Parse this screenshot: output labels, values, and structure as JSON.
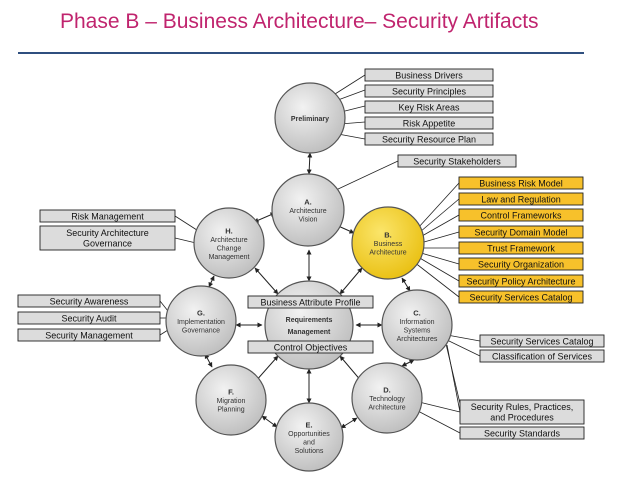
{
  "title": "Phase  B – Business Architecture– Security Artifacts",
  "nodes": {
    "preliminary": {
      "letter": "",
      "lines": [
        "Preliminary"
      ]
    },
    "a": {
      "letter": "A.",
      "lines": [
        "Architecture",
        "Vision"
      ]
    },
    "b": {
      "letter": "B.",
      "lines": [
        "Business",
        "Architecture"
      ],
      "color": "#f5d22c"
    },
    "c": {
      "letter": "C.",
      "lines": [
        "Information",
        "Systems",
        "Architectures"
      ]
    },
    "d": {
      "letter": "D.",
      "lines": [
        "Technology",
        "Architecture"
      ]
    },
    "e": {
      "letter": "E.",
      "lines": [
        "Opportunities",
        "and",
        "Solutions"
      ]
    },
    "f": {
      "letter": "F.",
      "lines": [
        "Migration",
        "Planning"
      ]
    },
    "g": {
      "letter": "G.",
      "lines": [
        "Implementation",
        "Governance"
      ]
    },
    "h": {
      "letter": "H.",
      "lines": [
        "Architecture",
        "Change",
        "Management"
      ]
    },
    "center": {
      "letter": "",
      "lines": [
        "Requirements",
        "Management"
      ]
    }
  },
  "boxes": {
    "business_drivers": [
      "Business Drivers"
    ],
    "security_principles": [
      "Security Principles"
    ],
    "key_risk_areas": [
      "Key Risk Areas"
    ],
    "risk_appetite": [
      "Risk Appetite"
    ],
    "security_resource_plan": [
      "Security Resource Plan"
    ],
    "security_stakeholders": [
      "Security Stakeholders"
    ],
    "business_risk_model": [
      "Business Risk Model"
    ],
    "law_and_regulation": [
      "Law and Regulation"
    ],
    "control_frameworks": [
      "Control Frameworks"
    ],
    "security_domain_model": [
      "Security Domain Model"
    ],
    "trust_framework": [
      "Trust Framework"
    ],
    "security_organization": [
      "Security Organization"
    ],
    "security_policy_architecture": [
      "Security Policy Architecture"
    ],
    "security_services_catalog_b": [
      "Security Services Catalog"
    ],
    "risk_management": [
      "Risk Management"
    ],
    "security_architecture_governance": [
      "Security Architecture",
      "Governance"
    ],
    "security_awareness": [
      "Security Awareness"
    ],
    "security_audit": [
      "Security Audit"
    ],
    "security_management": [
      "Security Management"
    ],
    "business_attribute_profile": [
      "Business Attribute Profile"
    ],
    "control_objectives": [
      "Control Objectives"
    ],
    "security_services_catalog_c": [
      "Security Services Catalog"
    ],
    "classification_of_services": [
      "Classification of Services"
    ],
    "security_rules": [
      "Security Rules, Practices,",
      "and Procedures"
    ],
    "security_standards": [
      "Security Standards"
    ]
  },
  "colors": {
    "title": "#c0246e",
    "rule": "#2f4f7f",
    "node_fill": "#d3d3d3",
    "node_b_fill": "#f5d22c",
    "box_fill": "#dcdcdc",
    "highlight_box_fill": "#f7c12b"
  }
}
